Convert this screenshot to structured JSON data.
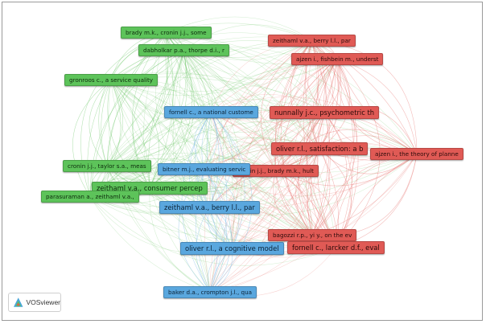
{
  "brand": {
    "name": "VOSviewer"
  },
  "colors": {
    "red": "#e05a55",
    "green": "#5dc35a",
    "blue": "#5aa7de",
    "edge_red": "#e8706b",
    "edge_green": "#6cc868",
    "edge_blue": "#72b4e4"
  },
  "nodes": [
    {
      "id": "brady",
      "label": "brady m.k., cronin j.j., some",
      "cluster": "green"
    },
    {
      "id": "dabholkar",
      "label": "dabholkar p.a., thorpe d.i., r",
      "cluster": "green"
    },
    {
      "id": "gronroos",
      "label": "gronroos c., a service quality",
      "cluster": "green"
    },
    {
      "id": "cronintaylor",
      "label": "cronin j.j., taylor s.a., meas",
      "cluster": "green"
    },
    {
      "id": "zeithamlcp",
      "label": "zeithaml v.a., consumer percep",
      "cluster": "green"
    },
    {
      "id": "parasuraman",
      "label": "parasuraman a., zeithaml v.a.,",
      "cluster": "green"
    },
    {
      "id": "zeithamlr",
      "label": "zeithaml v.a., berry l.l., par",
      "cluster": "red"
    },
    {
      "id": "ajzenf",
      "label": "ajzen i., fishbein m., underst",
      "cluster": "red"
    },
    {
      "id": "nunnally",
      "label": "nunnally j.c., psychometric th",
      "cluster": "red"
    },
    {
      "id": "oliversat",
      "label": "oliver r.l., satisfaction: a b",
      "cluster": "red"
    },
    {
      "id": "ajzentp",
      "label": "ajzen i., the theory of planne",
      "cluster": "red"
    },
    {
      "id": "croninbrady",
      "label": "cronin j.j., brady m.k., hult",
      "cluster": "red"
    },
    {
      "id": "bagozzi",
      "label": "bagozzi r.p., yi y., on the ev",
      "cluster": "red"
    },
    {
      "id": "fornell",
      "label": "fornell c., larcker d.f., eval",
      "cluster": "red"
    },
    {
      "id": "fornellnat",
      "label": "fornell c., a national custome",
      "cluster": "blue"
    },
    {
      "id": "bitner",
      "label": "bitner m.j., evaluating servic",
      "cluster": "blue"
    },
    {
      "id": "zeithamlb",
      "label": "zeithaml v.a., berry l.l., par",
      "cluster": "blue"
    },
    {
      "id": "olivercog",
      "label": "oliver r.l., a cognitive model",
      "cluster": "blue"
    },
    {
      "id": "baker",
      "label": "baker d.a., crompton j.l., qua",
      "cluster": "blue"
    }
  ]
}
